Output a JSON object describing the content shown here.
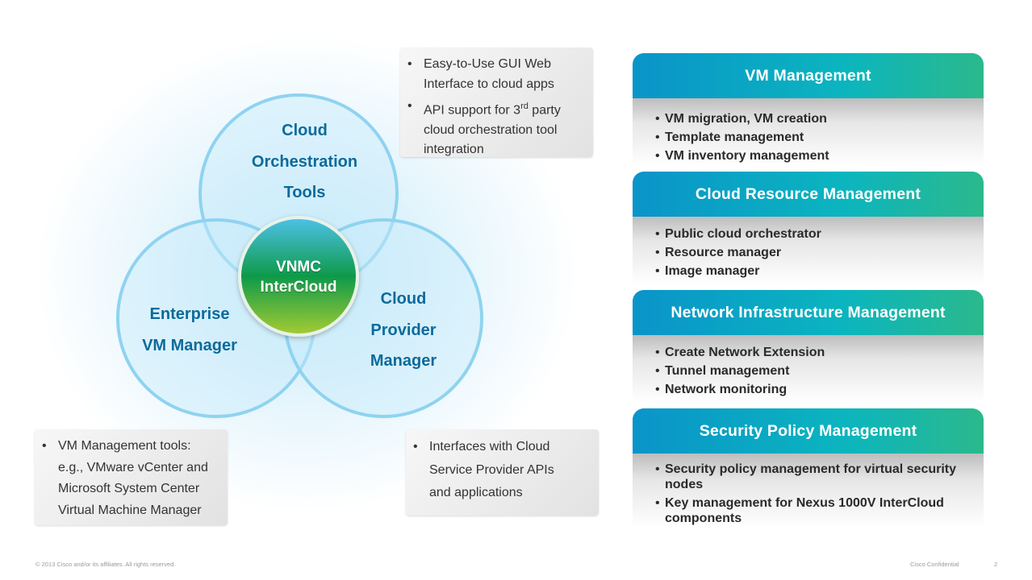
{
  "diagram": {
    "circles": [
      {
        "id": "top",
        "label_lines": [
          "Cloud",
          "Orchestration",
          "Tools"
        ]
      },
      {
        "id": "left",
        "label_lines": [
          "Enterprise",
          "VM Manager"
        ]
      },
      {
        "id": "right",
        "label_lines": [
          "Cloud",
          "Provider",
          "Manager"
        ]
      }
    ],
    "center": {
      "label_lines": [
        "VNMC",
        "InterCloud"
      ]
    },
    "colors": {
      "circle_stroke": "#8fd3f0",
      "circle_fill": "#d9f0fb",
      "label": "#0d6a9a",
      "center_top": "#4dc1ea",
      "center_mid": "#0e9a49",
      "center_bottom": "#a6cc33"
    }
  },
  "notes": {
    "top": {
      "items": [
        {
          "lines": [
            "Easy-to-Use GUI Web",
            "Interface to cloud apps"
          ]
        },
        {
          "pre": "API support for 3",
          "sup": "rd",
          "post": " party",
          "lines2": [
            "cloud orchestration tool",
            "integration"
          ]
        }
      ]
    },
    "left": {
      "items": [
        {
          "lines": [
            "VM Management tools:",
            "e.g., VMware vCenter and",
            "Microsoft System Center",
            "Virtual Machine Manager"
          ]
        }
      ]
    },
    "right": {
      "items": [
        {
          "lines": [
            "Interfaces with Cloud",
            "Service Provider APIs",
            "and applications"
          ]
        }
      ]
    }
  },
  "panels": [
    {
      "title": "VM Management",
      "items": [
        "VM migration, VM creation",
        "Template management",
        "VM inventory management"
      ]
    },
    {
      "title": "Cloud Resource Management",
      "items": [
        "Public cloud orchestrator",
        "Resource manager",
        "Image manager"
      ]
    },
    {
      "title": "Network Infrastructure Management",
      "items": [
        "Create Network Extension",
        "Tunnel management",
        "Network monitoring"
      ]
    },
    {
      "title": "Security Policy Management",
      "items": [
        "Security policy management for virtual security nodes",
        "Key management for Nexus 1000V InterCloud components"
      ]
    }
  ],
  "footer": {
    "copyright": "© 2013 Cisco and/or its affiliates. All rights reserved.",
    "confidential": "Cisco Confidential",
    "page_number": "2"
  },
  "bullet": "•"
}
